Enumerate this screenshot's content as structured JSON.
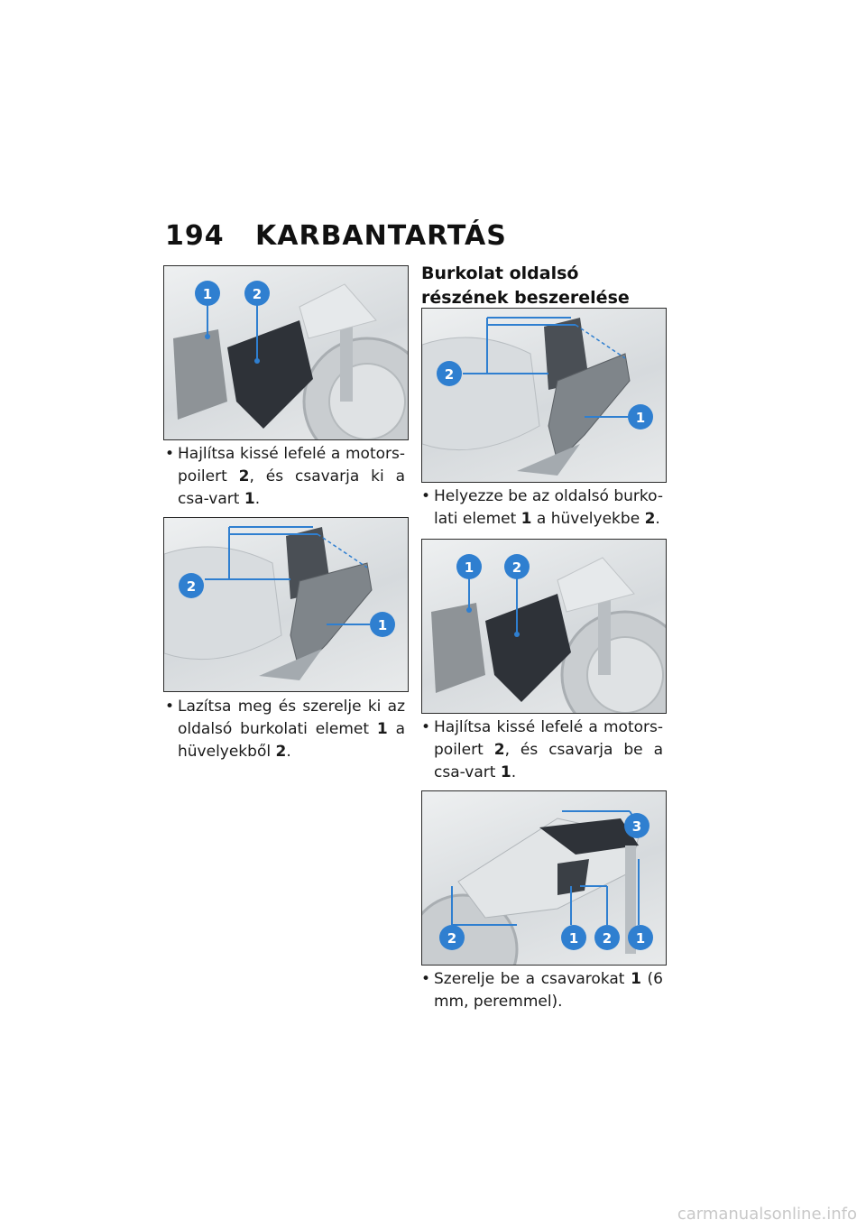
{
  "page": {
    "number": "194",
    "title": "KARBANTARTÁS"
  },
  "left_column": {
    "fig1": {
      "callouts": [
        "1",
        "2"
      ]
    },
    "step1": {
      "bullet": "•",
      "text_a": "Hajlítsa kissé lefelé a motors-poilert ",
      "ref_a": "2",
      "text_b": ", és csavarja ki a csa-vart ",
      "ref_b": "1",
      "text_c": "."
    },
    "fig2": {
      "callouts": [
        "2",
        "1"
      ]
    },
    "step2": {
      "bullet": "•",
      "text_a": "Lazítsa meg és szerelje ki az oldalsó burkolati elemet ",
      "ref_a": "1",
      "text_b": " a hüvelyekből ",
      "ref_b": "2",
      "text_c": "."
    }
  },
  "right_column": {
    "section_title": "Burkolat oldalsó részének beszerelése",
    "fig3": {
      "callouts": [
        "2",
        "1"
      ]
    },
    "step3": {
      "bullet": "•",
      "text_a": "Helyezze be az oldalsó burko-lati elemet ",
      "ref_a": "1",
      "text_b": " a hüvelyekbe ",
      "ref_b": "2",
      "text_c": "."
    },
    "fig4": {
      "callouts": [
        "1",
        "2"
      ]
    },
    "step4": {
      "bullet": "•",
      "text_a": "Hajlítsa kissé lefelé a motors-poilert ",
      "ref_a": "2",
      "text_b": ", és csavarja be a csa-vart ",
      "ref_b": "1",
      "text_c": "."
    },
    "fig5": {
      "callouts": [
        "3",
        "2",
        "1",
        "2",
        "1"
      ]
    },
    "step5": {
      "bullet": "•",
      "text_a": "Szerelje be a csavarokat ",
      "ref_a": "1",
      "text_b": " (6 mm, peremmel)."
    }
  },
  "footer": {
    "watermark": "carmanualsonline.info"
  },
  "colors": {
    "callout": "#2f7fd0",
    "leader": "#2f7fd0"
  }
}
